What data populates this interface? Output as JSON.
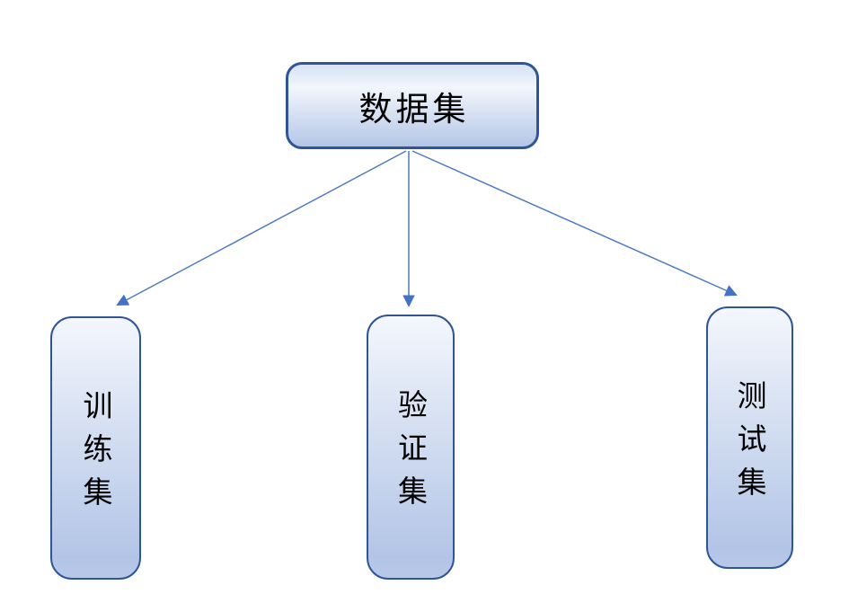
{
  "diagram": {
    "root": {
      "label": "数据集"
    },
    "children": [
      {
        "label": "训练集"
      },
      {
        "label": "验证集"
      },
      {
        "label": "测试集"
      }
    ],
    "colors": {
      "node_border": "#2f5597",
      "node_fill_top": "#f4f7fd",
      "node_fill_bottom": "#b4c6e7",
      "arrow_line": "#4d7ac5",
      "arrow_head": "#4472c4",
      "text": "#000000",
      "background": "#ffffff"
    }
  }
}
